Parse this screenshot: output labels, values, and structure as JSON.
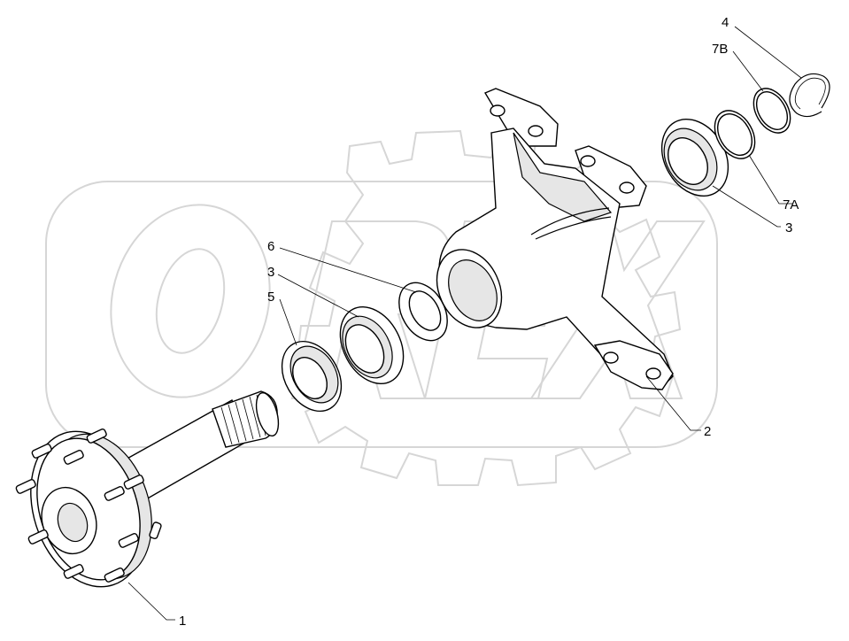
{
  "diagram": {
    "colors": {
      "line": "#000000",
      "watermark": "#d6d6d6",
      "shade": "#e6e6e6",
      "background": "#ffffff"
    },
    "labels": {
      "l4": "4",
      "l7b": "7B",
      "l7a": "7A",
      "l3_top": "3",
      "l6": "6",
      "l3_mid": "3",
      "l5": "5",
      "l2": "2",
      "l1": "1"
    }
  }
}
